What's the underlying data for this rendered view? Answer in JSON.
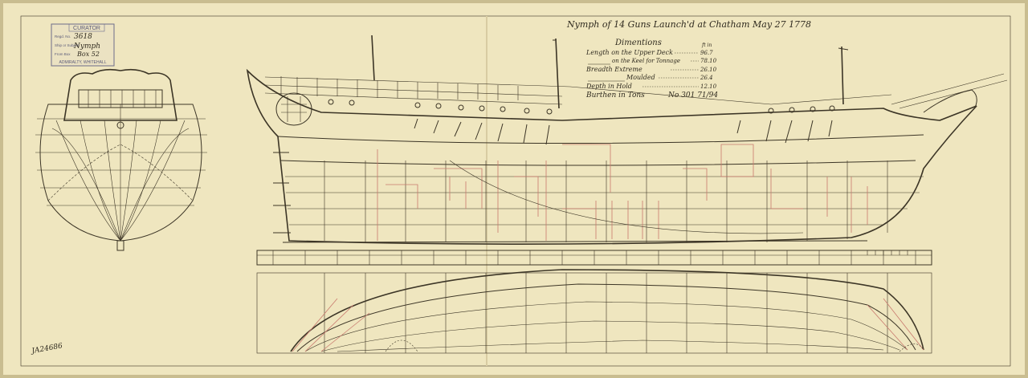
{
  "title": "Nymph of 14 Guns Launch'd at Chatham May 27 1778",
  "dimensions_table": {
    "heading": "Dimentions",
    "unit_header": "ft in",
    "rows": [
      {
        "label": "Length on the Upper Deck",
        "value": "96.7"
      },
      {
        "label": "on the Keel for Tonnage",
        "value": "78.10"
      },
      {
        "label": "Breadth Extreme",
        "value": "26.10"
      },
      {
        "label": "Moulded",
        "value": "26.4"
      },
      {
        "label": "Depth in Hold",
        "value": "12.10"
      },
      {
        "label": "Burthen in Tons",
        "value": "No 301 71/94"
      }
    ]
  },
  "curator_stamp": {
    "heading": "CURATOR",
    "rows": [
      {
        "label": "Regd. No.",
        "value": "3618"
      },
      {
        "label": "Ship or Subject",
        "value": "Nymph"
      },
      {
        "label": "From Box",
        "value": "Box 52"
      }
    ],
    "footer": "ADMIRALTY, WHITEHALL"
  },
  "catalogue_number": "JA24686",
  "colors": {
    "paper": "#efe6bf",
    "ink": "#3c3526",
    "red_lines": "#c97a6e",
    "stamp": "#5a5a78"
  }
}
